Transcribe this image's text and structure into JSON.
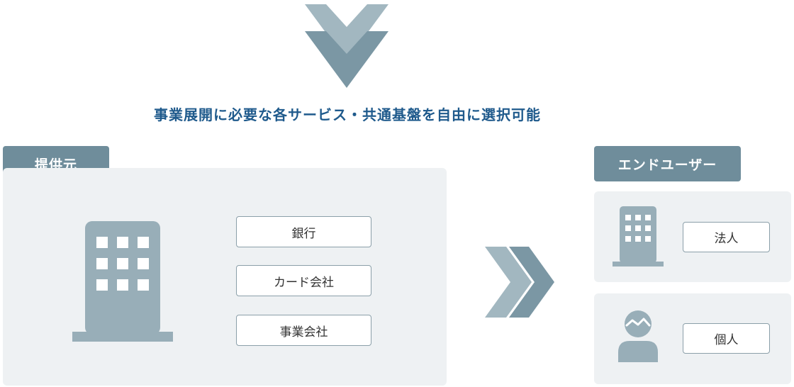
{
  "headline": "事業展開に必要な各サービス・共通基盤を自由に選択可能",
  "provider": {
    "tag": "提供元",
    "items": [
      "銀行",
      "カード会社",
      "事業会社"
    ]
  },
  "end_user": {
    "tag": "エンドユーザー",
    "corporate_label": "法人",
    "individual_label": "個人"
  },
  "colors": {
    "accent_text": "#1f5a8c",
    "tag_bg": "#6f8d9b",
    "icon_fill": "#98aeb8",
    "chevron_light": "#a2b7c0",
    "chevron_dark": "#7b97a4",
    "panel_bg": "#eef1f3"
  },
  "icons": [
    "chevron-down-double-icon",
    "building-icon",
    "chevron-right-double-icon",
    "person-icon"
  ]
}
